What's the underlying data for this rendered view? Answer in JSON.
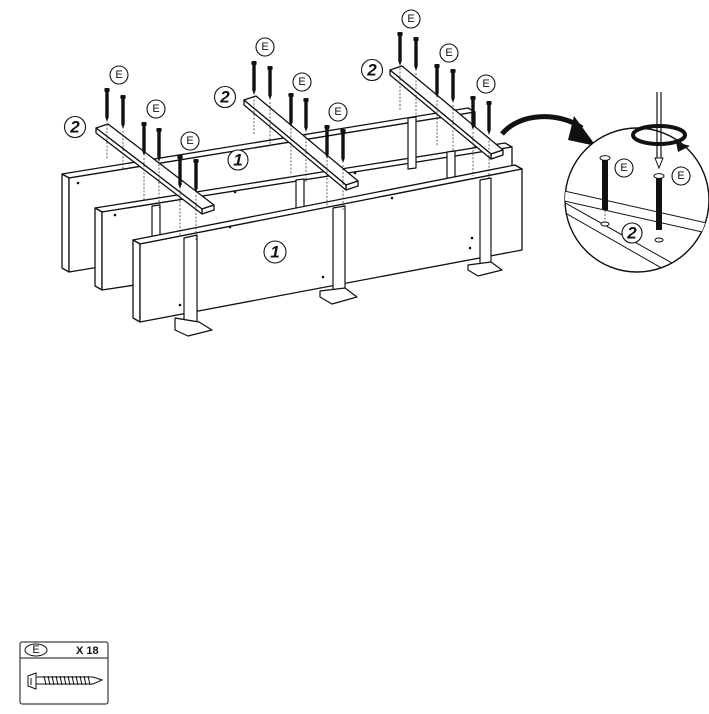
{
  "diagram": {
    "part_labels": {
      "front_panel": "1",
      "middle_panel": "1",
      "crossbar_left": "2",
      "crossbar_middle": "2",
      "crossbar_right": "2",
      "detail_crossbar": "2"
    },
    "screw_callout": "E",
    "legend": {
      "letter": "E",
      "quantity": "X 18"
    }
  }
}
